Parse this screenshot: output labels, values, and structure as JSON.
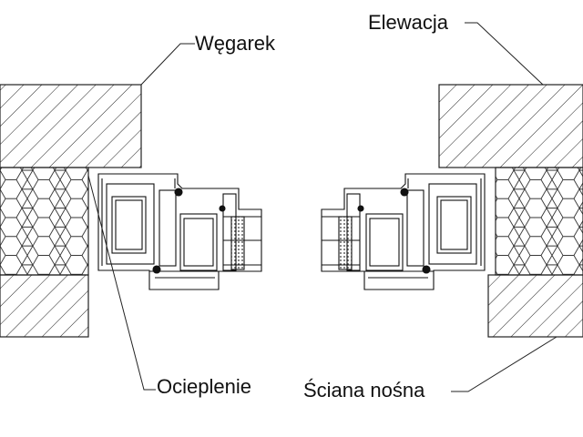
{
  "labels": {
    "wegarek": "Węgarek",
    "elewacja": "Elewacja",
    "ocieplenie": "Ocieplenie",
    "sciana_nosna": "Ściana nośna"
  }
}
